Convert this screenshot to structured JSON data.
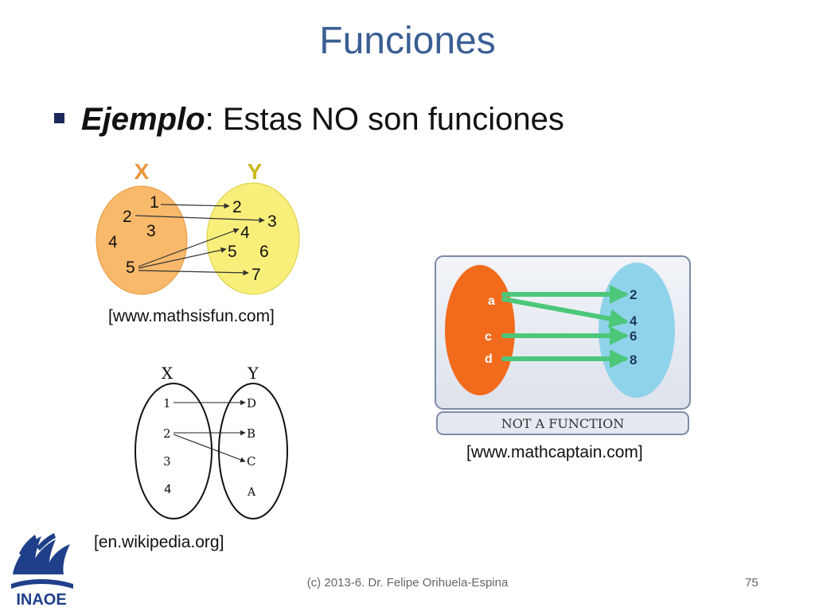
{
  "slide": {
    "title": "Funciones",
    "bullet_bold": "Ejemplo",
    "bullet_rest": ": Estas NO son funciones",
    "footer": "(c) 2013-6. Dr. Felipe Orihuela-Espina",
    "page_number": "75"
  },
  "diagram1": {
    "set_x_label": "X",
    "set_y_label": "Y",
    "x_items": [
      "1",
      "2",
      "3",
      "4",
      "5"
    ],
    "y_items": [
      "2",
      "3",
      "4",
      "5",
      "6",
      "7"
    ],
    "source": "[www.mathsisfun.com]",
    "x_color": "#f9b96b",
    "y_color": "#f7ef7a"
  },
  "diagram2": {
    "set_x_label": "X",
    "set_y_label": "Y",
    "x_items": [
      "1",
      "2",
      "3",
      "4"
    ],
    "y_items": [
      "D",
      "B",
      "C",
      "A"
    ],
    "source": "[en.wikipedia.org]"
  },
  "diagram3": {
    "x_items": [
      "a",
      "c",
      "d"
    ],
    "y_items": [
      "2",
      "4",
      "6",
      "8"
    ],
    "caption": "NOT A FUNCTION",
    "source": "[www.mathcaptain.com]",
    "x_color": "#f26b1d",
    "y_color": "#8fd3ea",
    "arrow_color": "#4cc77a"
  },
  "logo": {
    "text": "INAOE"
  }
}
